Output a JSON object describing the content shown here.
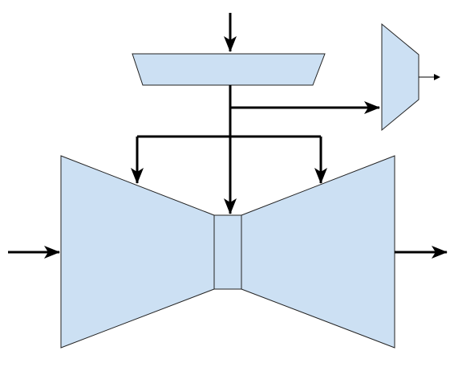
{
  "diagram": {
    "colors": {
      "fill": "#cce0f3",
      "stroke": "#222222",
      "arrow": "#000000"
    },
    "nodes": [
      {
        "id": "top-trapezoid",
        "shape": "trapezoid"
      },
      {
        "id": "side-trapezoid",
        "shape": "trapezoid"
      },
      {
        "id": "encoder",
        "shape": "trapezoid"
      },
      {
        "id": "bottleneck",
        "shape": "rectangle"
      },
      {
        "id": "decoder",
        "shape": "trapezoid"
      }
    ],
    "edges": [
      {
        "from": "input-top",
        "to": "top-trapezoid"
      },
      {
        "from": "top-trapezoid",
        "to": "side-trapezoid"
      },
      {
        "from": "top-trapezoid",
        "to": "encoder"
      },
      {
        "from": "top-trapezoid",
        "to": "bottleneck"
      },
      {
        "from": "top-trapezoid",
        "to": "decoder"
      },
      {
        "from": "side-trapezoid",
        "to": "output-side"
      },
      {
        "from": "input-left",
        "to": "encoder"
      },
      {
        "from": "decoder",
        "to": "output-right"
      }
    ]
  }
}
